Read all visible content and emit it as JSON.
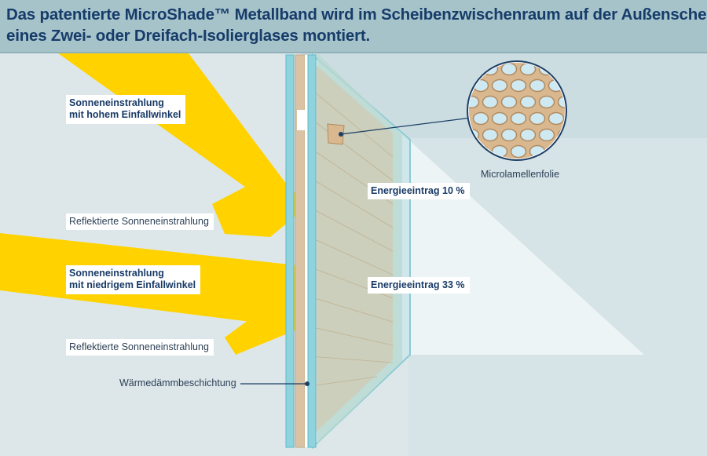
{
  "title": {
    "line1": "Das patentierte MicroShade™ Metallband wird im Scheibenzwischenraum auf der Außenscheibe",
    "line2": "eines Zwei- oder Dreifach-Isolierglases montiert."
  },
  "labels": {
    "high_angle_line1": "Sonneneinstrahlung",
    "high_angle_line2": "mit hohem Einfallwinkel",
    "reflected_top": "Reflektierte Sonneneinstrahlung",
    "energy_high": "Energieeintrag 10 %",
    "low_angle_line1": "Sonneneinstrahlung",
    "low_angle_line2": "mit niedrigem Einfallwinkel",
    "energy_low": "Energieeintrag 33 %",
    "reflected_bottom": "Reflektierte Sonneneinstrahlung",
    "coating": "Wärmedämmbeschichtung",
    "microfoil": "Microlamellenfolie"
  },
  "colors": {
    "sun_ray": "#ffd200",
    "glass": "#8ed3dd",
    "lamella": "#d9c3a4",
    "title_text": "#163c6a",
    "header_bg": "#a7c3ca"
  }
}
